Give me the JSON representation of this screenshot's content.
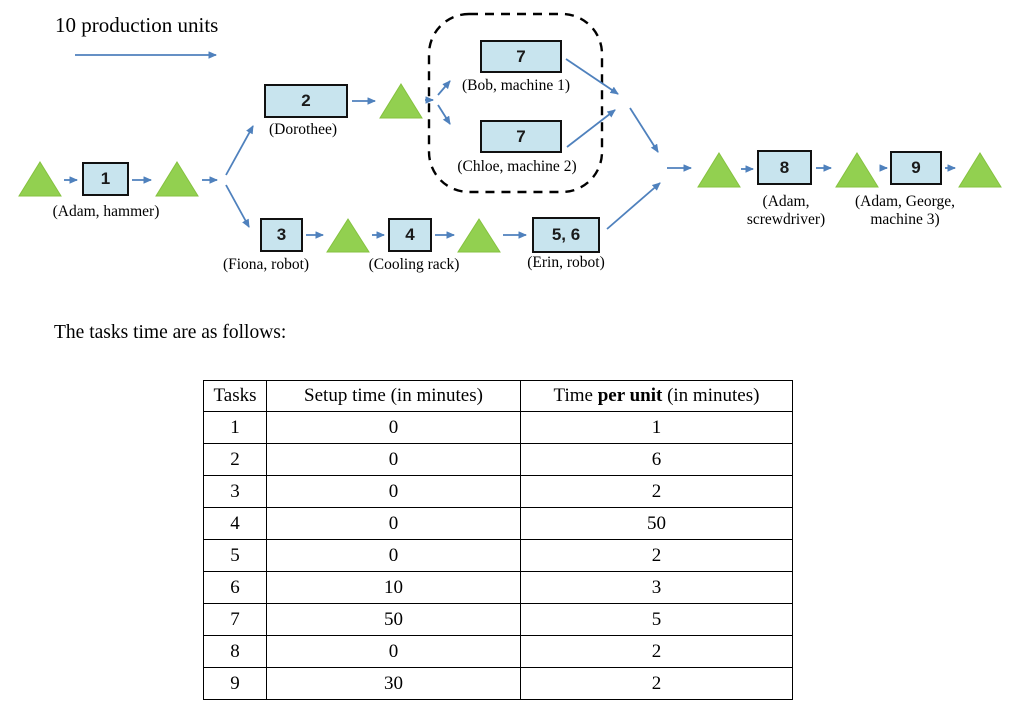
{
  "colors": {
    "box_fill": "#c8e4ee",
    "triangle": "#92d050",
    "arrow": "#4f81bd"
  },
  "diagram": {
    "title": "10 production units",
    "nodes": [
      {
        "id": "1",
        "label": "(Adam, hammer)"
      },
      {
        "id": "2",
        "label": "(Dorothee)"
      },
      {
        "id": "7",
        "label": "(Bob, machine 1)"
      },
      {
        "id": "7",
        "label": "(Chloe, machine 2)"
      },
      {
        "id": "3",
        "label": "(Fiona, robot)"
      },
      {
        "id": "4",
        "label": "(Cooling rack)"
      },
      {
        "id": "5, 6",
        "label": "(Erin, robot)"
      },
      {
        "id": "8",
        "label": "(Adam,\nscrewdriver)"
      },
      {
        "id": "9",
        "label": "(Adam, George,\nmachine 3)"
      }
    ]
  },
  "caption": "The tasks time are as follows:",
  "table": {
    "col1_header": "Tasks",
    "col2_header": "Setup time (in minutes)",
    "col3_header_pre": "Time ",
    "col3_header_bold": "per unit",
    "col3_header_post": " (in minutes)",
    "rows": [
      {
        "task": "1",
        "setup": "0",
        "per_unit": "1"
      },
      {
        "task": "2",
        "setup": "0",
        "per_unit": "6"
      },
      {
        "task": "3",
        "setup": "0",
        "per_unit": "2"
      },
      {
        "task": "4",
        "setup": "0",
        "per_unit": "50"
      },
      {
        "task": "5",
        "setup": "0",
        "per_unit": "2"
      },
      {
        "task": "6",
        "setup": "10",
        "per_unit": "3"
      },
      {
        "task": "7",
        "setup": "50",
        "per_unit": "5"
      },
      {
        "task": "8",
        "setup": "0",
        "per_unit": "2"
      },
      {
        "task": "9",
        "setup": "30",
        "per_unit": "2"
      }
    ]
  }
}
